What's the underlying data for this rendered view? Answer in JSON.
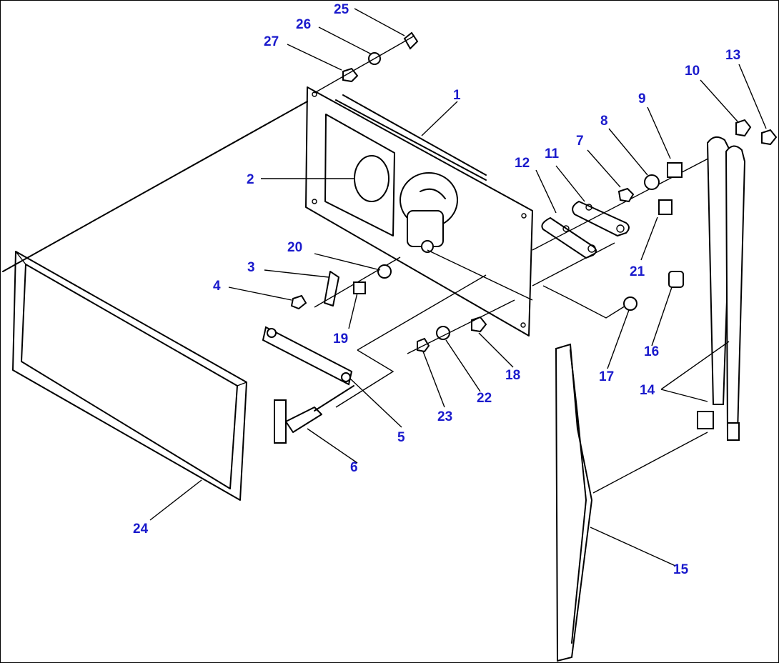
{
  "diagram": {
    "callouts": [
      {
        "id": "1",
        "text": "1"
      },
      {
        "id": "2",
        "text": "2"
      },
      {
        "id": "3",
        "text": "3"
      },
      {
        "id": "4",
        "text": "4"
      },
      {
        "id": "5",
        "text": "5"
      },
      {
        "id": "6",
        "text": "6"
      },
      {
        "id": "7",
        "text": "7"
      },
      {
        "id": "8",
        "text": "8"
      },
      {
        "id": "9",
        "text": "9"
      },
      {
        "id": "10",
        "text": "10"
      },
      {
        "id": "11",
        "text": "11"
      },
      {
        "id": "12",
        "text": "12"
      },
      {
        "id": "13",
        "text": "13"
      },
      {
        "id": "14",
        "text": "14"
      },
      {
        "id": "15",
        "text": "15"
      },
      {
        "id": "16",
        "text": "16"
      },
      {
        "id": "17",
        "text": "17"
      },
      {
        "id": "18",
        "text": "18"
      },
      {
        "id": "19",
        "text": "19"
      },
      {
        "id": "20",
        "text": "20"
      },
      {
        "id": "21",
        "text": "21"
      },
      {
        "id": "22",
        "text": "22"
      },
      {
        "id": "23",
        "text": "23"
      },
      {
        "id": "24",
        "text": "24"
      },
      {
        "id": "25",
        "text": "25"
      },
      {
        "id": "26",
        "text": "26"
      },
      {
        "id": "27",
        "text": "27"
      }
    ],
    "colors": {
      "callout_text": "#1a1acc",
      "line": "#000000",
      "background": "#ffffff"
    }
  }
}
